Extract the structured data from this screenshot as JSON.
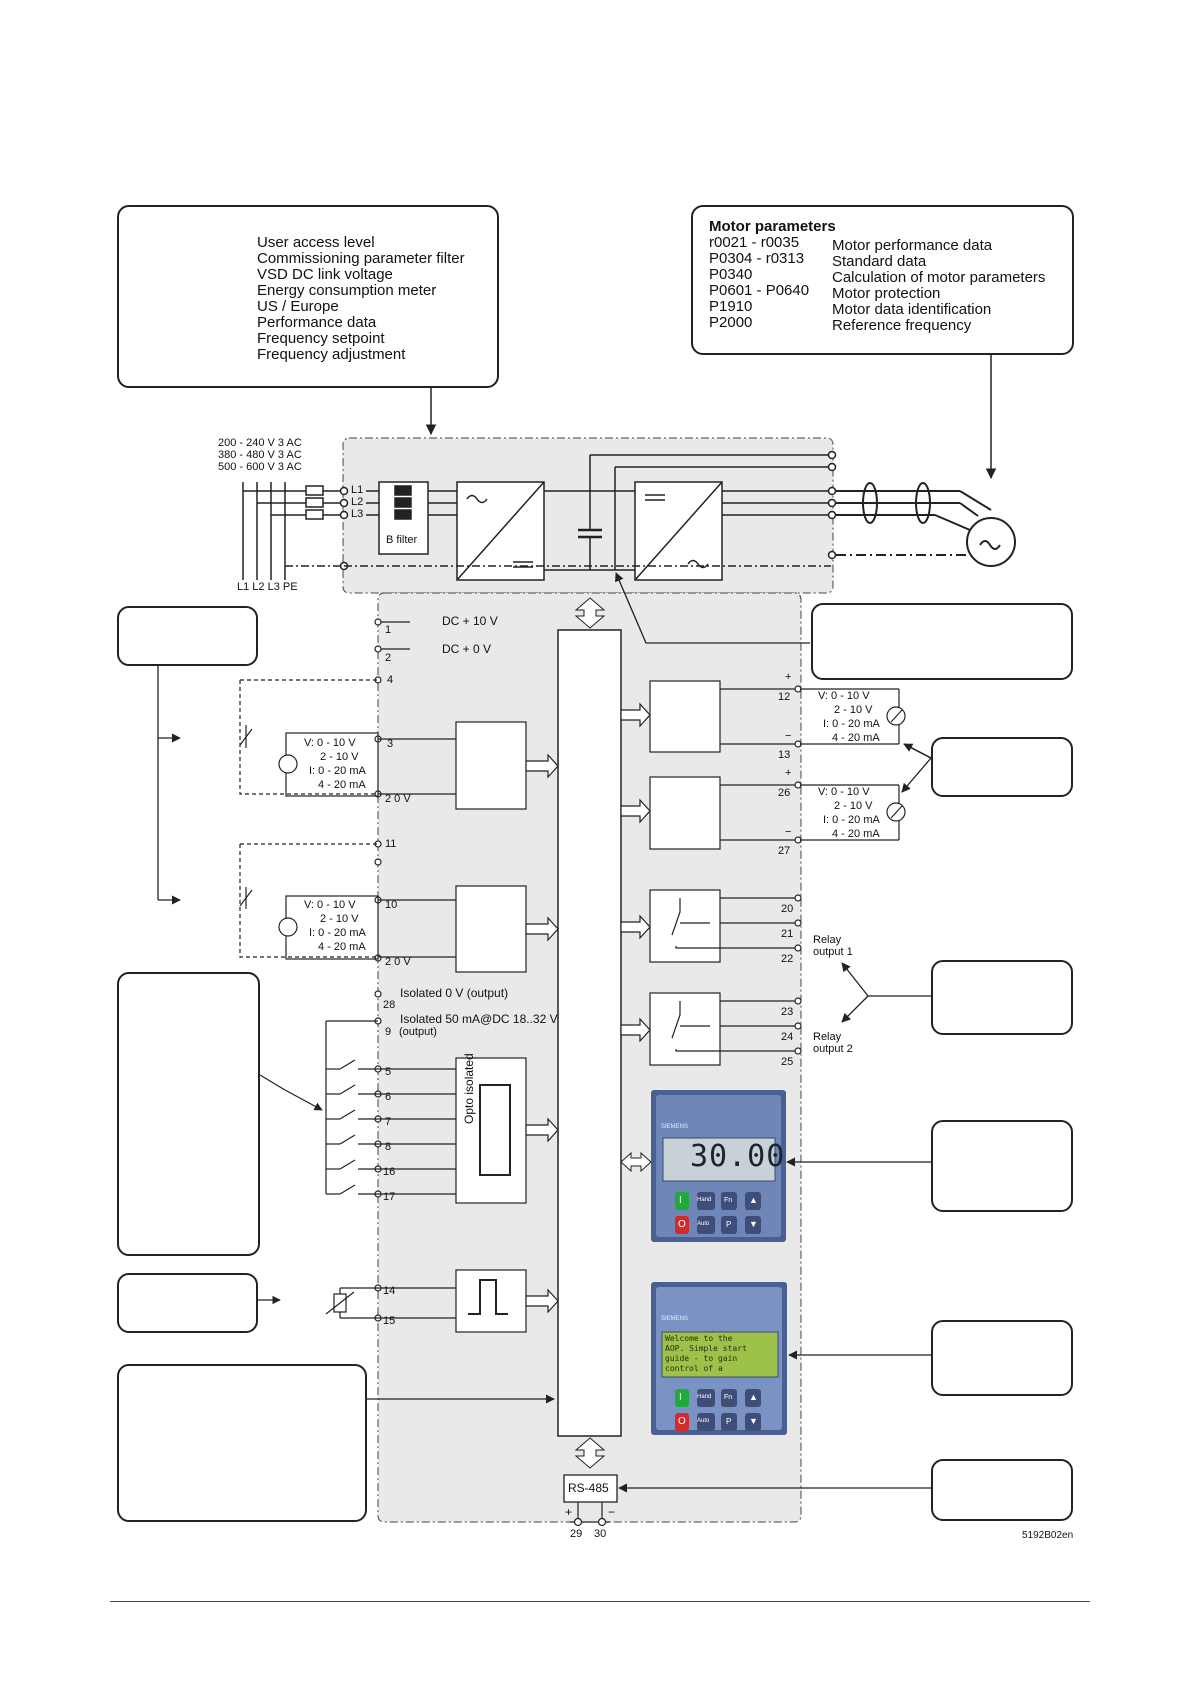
{
  "user_box": {
    "lines": [
      "User access level",
      "Commissioning parameter filter",
      "VSD DC link voltage",
      "Energy consumption meter",
      "US / Europe",
      "Performance data",
      "Frequency setpoint",
      "Frequency adjustment"
    ]
  },
  "motor_box": {
    "title": "Motor parameters",
    "params": [
      "r0021  - r0035",
      "P0304 - r0313",
      "P0340",
      "P0601 - P0640",
      "P1910",
      "P2000"
    ],
    "descriptions": [
      "Motor performance data",
      "Standard data",
      "Calculation of motor parameters",
      "Motor protection",
      "Motor data identification",
      "Reference frequency"
    ]
  },
  "supply": {
    "voltages": [
      "200 - 240 V 3 AC",
      "380 - 480 V 3 AC",
      "500 - 600 V 3 AC"
    ],
    "phase_labels": [
      "L1",
      "L2",
      "L3"
    ],
    "bottom_labels": "L1 L2 L3 PE",
    "filter_label": "B filter"
  },
  "terminals": {
    "t1": "1",
    "t1_label": "DC + 10 V",
    "t2": "2",
    "t2_label": "DC +   0 V",
    "t4": "4",
    "t3": "3",
    "t2a": "2  0 V",
    "t11": "11",
    "t10": "10",
    "t2b": "2  0 V",
    "t28": "28",
    "t28_label": "Isolated 0 V (output)",
    "t9_label": "Isolated 50 mA@DC 18..32 V",
    "t9": "9",
    "t9_sub": "(output)",
    "digital_inputs": [
      "5",
      "6",
      "7",
      "8",
      "16",
      "17"
    ],
    "t14": "14",
    "t15": "15",
    "opto_label": "Opto isolated",
    "rs485": "RS-485",
    "t29": "29",
    "t30": "30",
    "plus": "+",
    "minus": "−"
  },
  "analog_inputs": {
    "lines": [
      "V: 0 - 10 V",
      "2 - 10 V",
      "I: 0 - 20 mA",
      "4 - 20 mA"
    ]
  },
  "outputs": {
    "ao1_terms": [
      "12",
      "13"
    ],
    "ao2_terms": [
      "26",
      "27"
    ],
    "ao_lines": [
      "V: 0 - 10 V",
      "2 - 10 V",
      "I: 0 - 20 mA",
      "4 - 20 mA"
    ],
    "relay1_terms": [
      "20",
      "21",
      "22"
    ],
    "relay2_terms": [
      "23",
      "24",
      "25"
    ],
    "relay1_label": [
      "Relay",
      "output 1"
    ],
    "relay2_label": [
      "Relay",
      "output 2"
    ]
  },
  "panels": {
    "bop_display": "30.00",
    "bop_brand": "SIEMENS",
    "bop_keys": [
      "I",
      "Hand",
      "Fn",
      "▲",
      "O",
      "Auto",
      "P",
      "▼"
    ],
    "aop_brand": "SIEMENS",
    "aop_lcd": [
      "Welcome to the",
      "AOP. Simple start",
      "guide - to gain",
      "control of a"
    ],
    "aop_keys": [
      "I",
      "Hand",
      "Fn",
      "▲",
      "O",
      "Auto",
      "P",
      "▼"
    ]
  },
  "figure_id": "5192B02en",
  "colors": {
    "panel_bg": "#e9e9e9",
    "line": "#222222",
    "lcd": "#9ec14a",
    "bop_lcd": "#c8d2d6",
    "panel_body": "#6e86b8"
  }
}
